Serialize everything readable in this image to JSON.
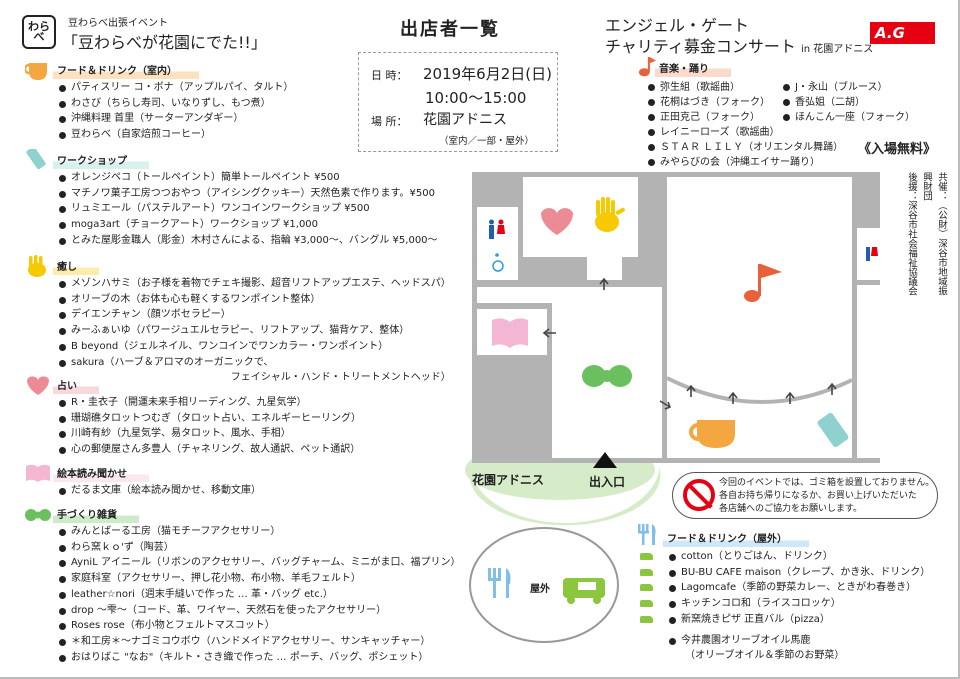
{
  "header": {
    "logo_text": "わらべ",
    "subtitle": "豆わらべ出張イベント",
    "title": "「豆わらべが花園にでた!!」",
    "main_title": "出店者一覧"
  },
  "info": {
    "date_label": "日 時：",
    "date": "2019年6月2日(日)",
    "time": "10:00〜15:00",
    "place_label": "場 所：",
    "place": "花園アドニス",
    "place_note": "（室内／一部・屋外）"
  },
  "concert": {
    "line1": "エンジェル・ゲート",
    "line2": "チャリティ募金コンサート",
    "venue": "in 花園アドニス",
    "logo_text": "A.G",
    "free_admission": "《入場無料》"
  },
  "sponsor": {
    "cohost": "共催：（公財）深谷市地域振興財団",
    "support": "後援：深谷市社会福祉協議会"
  },
  "sections": [
    {
      "id": "food",
      "title": "フード＆ドリンク（室内）",
      "color": "#f4a640",
      "items": [
        "パティスリー コ・ボナ（アップルパイ、タルト）",
        "わさび（ちらし寿司、いなりずし、もつ煮）",
        "沖縄料理 首里（サーターアンダギー）",
        "豆わらべ（自家焙煎コーヒー）"
      ]
    },
    {
      "id": "workshop",
      "title": "ワークショップ",
      "color": "#8fd1cf",
      "items": [
        "オレンジペコ（トールペイント）簡単トールペイント ¥500",
        "マチノワ菓子工房つつおやつ（アイシングクッキー）天然色素で作ります。¥500",
        "リュミエール（パステルアート）ワンコインワークショップ ¥500",
        "moga3art（チョークアート）ワークショップ ¥1,000",
        "とみた屋彫金職人（彫金）木村さんによる、指輪 ¥3,000〜、バングル ¥5,000〜"
      ]
    },
    {
      "id": "healing",
      "title": "癒し",
      "color": "#f7c900",
      "items": [
        "メゾンハサミ（お子様を着物でチェキ撮影、超音リフトアップエステ、ヘッドスパ）",
        "オリーブの木（お体も心も軽くするワンポイント整体）",
        "デイエンチャン（顔ツボセラピー）",
        "みーふぁいゆ（パワージュエルセラピー、リフトアップ、猫背ケア、整体）",
        "B beyond（ジェルネイル、ワンコインでワンカラー・ワンポイント）",
        "sakura（ハーブ＆アロマのオーガニックで、"
      ],
      "continuation": "フェイシャル・ハンド・トリートメントヘッド）"
    },
    {
      "id": "fortune",
      "title": "占い",
      "color": "#ec8a96",
      "items": [
        "R・圭衣子（開運未来手相リーディング、九星気学）",
        "珊瑚礁タロットつむぎ（タロット占い、エネルギーヒーリング）",
        "川崎有紗（九星気学、易タロット、風水、手相）",
        "心の郵便屋さん多豊人（チャネリング、故人通訳、ペット通訳）"
      ]
    },
    {
      "id": "picturebook",
      "title": "絵本読み聞かせ",
      "color": "#f3b6d3",
      "items": [
        "だるま文庫（絵本読み聞かせ、移動文庫）"
      ]
    },
    {
      "id": "handmade",
      "title": "手づくり雑貨",
      "color": "#6abf5e",
      "items": [
        "みんとばーる工房（猫モチーフアクセサリー）",
        "わら窯ｋｏ'ず（陶芸）",
        "AyniL アイニール（リボンのアクセサリー、バッグチャーム、ミニがま口、福プリン）",
        "家庭科室（アクセサリー、押し花小物、布小物、羊毛フェルト）",
        "leather☆nori（週末手縫いで作った … 革・バッグ etc.）",
        "drop 〜雫〜（コード、革、ワイヤー、天然石を使ったアクセサリー）",
        "Roses rose（布小物とフェルトマスコット）",
        "＊和工房＊〜ナゴミコウボウ（ハンドメイドアクセサリー、サンキャッチャー）",
        "おはりばこ \"なお\"（キルト・さき織で作った … ポーチ、バッグ、ポシェット）"
      ]
    }
  ],
  "music": {
    "title": "音楽・踊り",
    "color": "#e8613a",
    "items": [
      "弥生組（歌謡曲）",
      "J・永山（ブルース）",
      "花桐はづき（フォーク）",
      "香弘姐（二胡）",
      "正田克己（フォーク）",
      "ほんこん一座（フォーク）",
      "レイニーローズ（歌謡曲）",
      "",
      "ＳＴＡＲ ＬＩＬＹ（オリエンタル舞踊）",
      "",
      "みやらびの会（沖縄エイサー踊り）",
      ""
    ]
  },
  "map": {
    "venue_label": "花園アドニス",
    "entrance_label": "出入口",
    "outdoor_label": "屋外"
  },
  "notice": {
    "line1": "今回のイベントでは、ゴミ箱を設置しておりません。",
    "line2": "各自お持ち帰りになるか、お買い上げいただいた",
    "line3": "各店舗へのご協力をお願いします。"
  },
  "outdoor": {
    "title": "フード＆ドリンク（屋外）",
    "color": "#7fbfe8",
    "items": [
      "cotton（とりごはん、ドリンク）",
      "BU-BU CAFE maison（クレープ、かき氷、ドリンク）",
      "Lagomcafe（季節の野菜カレー、ときがわ春巻き）",
      "キッチンコロ和（ライスコロッケ）",
      "新窯焼きピザ 正直バル（pizza）"
    ],
    "extra_item": "今井農園オリーブオイル馬鹿",
    "extra_continuation": "（オリーブオイル＆季節のお野菜）"
  }
}
